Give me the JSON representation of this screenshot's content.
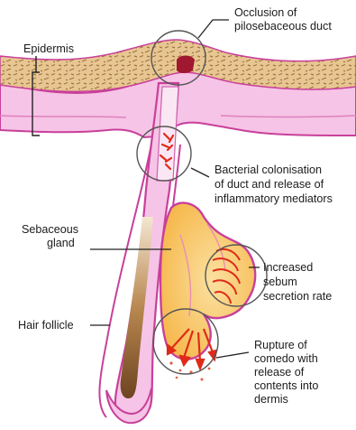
{
  "labels": {
    "epidermis": "Epidermis",
    "occlusion": [
      "Occlusion of",
      "pilosebaceous duct"
    ],
    "bacterial": [
      "Bacterial colonisation",
      "of duct and release of",
      "inflammatory mediators"
    ],
    "sebaceous": [
      "Sebaceous",
      "gland"
    ],
    "increased": [
      "Increased",
      "sebum",
      "secretion rate"
    ],
    "hair_follicle": "Hair follicle",
    "rupture": [
      "Rupture of",
      "comedo with",
      "release of",
      "contents into",
      "dermis"
    ]
  },
  "colors": {
    "epidermis_fill": "#e8c692",
    "epidermis_speckle": "#9c7441",
    "dermis_fill": "#f6c4e6",
    "dermis_border": "#c8409a",
    "gland_fill": "#f8c76a",
    "hair_shaft": "#9a6a38",
    "plug": "#a01830",
    "bacteria_arrow": "#e02a18",
    "leader_line": "#222222"
  }
}
